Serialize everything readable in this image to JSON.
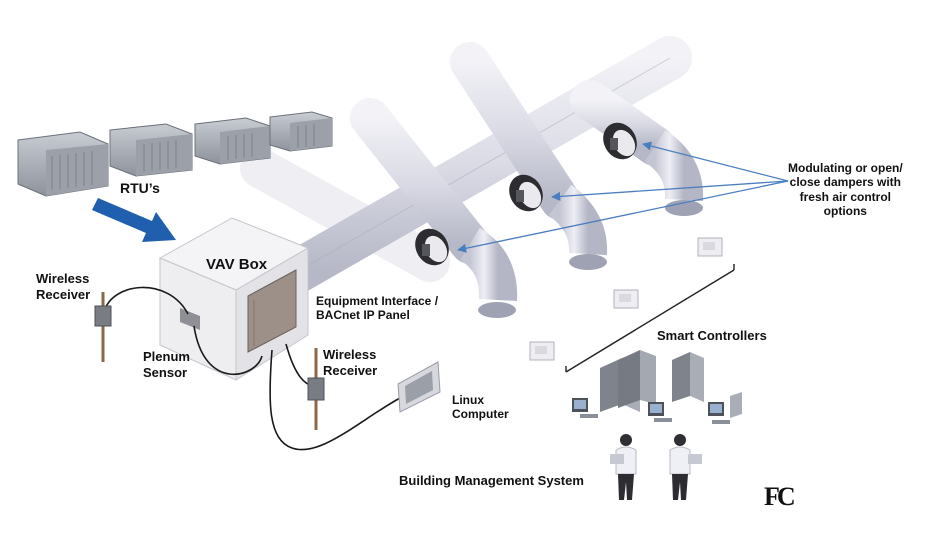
{
  "labels": {
    "rtus": "RTU’s",
    "vav_box": "VAV Box",
    "wireless_receiver_left": [
      "Wireless",
      "Receiver"
    ],
    "plenum_sensor": [
      "Plenum",
      "Sensor"
    ],
    "equipment_interface": [
      "Equipment Interface /",
      "BACnet IP Panel"
    ],
    "wireless_receiver_right": [
      "Wireless",
      "Receiver"
    ],
    "linux_computer": [
      "Linux",
      "Computer"
    ],
    "dampers": [
      "Modulating or open/",
      "close dampers with",
      "fresh air control",
      "options"
    ],
    "smart_controllers": "Smart Controllers",
    "bms": "Building Management System",
    "logo": "FC"
  },
  "colors": {
    "arrow_blue": "#1f5fae",
    "pointer_blue": "#4a7ec0",
    "duct": "#dcdde6",
    "duct_shade": "#b9bbc9",
    "panel": "#9c9089",
    "rtu": "#a9adb6"
  },
  "icons": [
    "rtu-unit",
    "vav-box",
    "duct-network",
    "damper",
    "thermostat",
    "server-rack",
    "workstation",
    "person",
    "wireless-receiver",
    "touch-panel"
  ]
}
